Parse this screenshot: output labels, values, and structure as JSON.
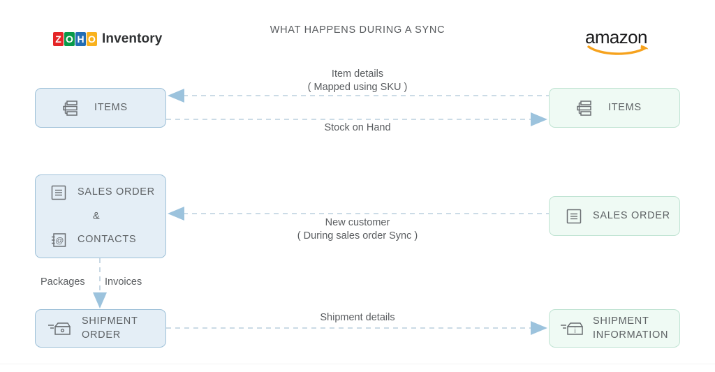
{
  "header": {
    "title": "WHAT HAPPENS DURING A SYNC",
    "left_brand": {
      "tiles": [
        "Z",
        "O",
        "H",
        "O"
      ],
      "tile_colors": [
        "#e42527",
        "#089949",
        "#226db4",
        "#f9b21d"
      ],
      "word": "Inventory",
      "name": "zoho-inventory-logo"
    },
    "right_brand": {
      "word": "amazon",
      "smile_color": "#f6a21d",
      "name": "amazon-logo"
    }
  },
  "nodes": {
    "items_left": {
      "label": "ITEMS",
      "icon": "items-list-icon"
    },
    "items_right": {
      "label": "ITEMS",
      "icon": "items-list-icon"
    },
    "sales_left": {
      "label_order": "SALES ORDER",
      "amp": "&",
      "label_contacts": "CONTACTS",
      "icon_order": "sales-order-document-icon",
      "icon_contacts": "contacts-address-book-icon"
    },
    "sales_right": {
      "label": "SALES ORDER",
      "icon": "sales-order-document-icon"
    },
    "shipment_left": {
      "line1": "SHIPMENT",
      "line2": "ORDER",
      "icon": "shipment-box-icon"
    },
    "shipment_right": {
      "line1": "SHIPMENT",
      "line2": "INFORMATION",
      "icon": "shipment-info-box-icon"
    }
  },
  "edges": {
    "item_details": {
      "line1": "Item details",
      "line2": "( Mapped using SKU )",
      "direction": "right-to-left"
    },
    "stock_on_hand": {
      "line1": "Stock on Hand",
      "direction": "left-to-right"
    },
    "new_customer": {
      "line1": "New customer",
      "line2": "( During sales order Sync )",
      "direction": "right-to-left"
    },
    "shipment_details": {
      "line1": "Shipment details",
      "direction": "left-to-right"
    },
    "packages": {
      "label": "Packages"
    },
    "invoices": {
      "label": "Invoices"
    }
  },
  "colors": {
    "left_box_fill": "#e4eef6",
    "left_box_border": "#9dc0d8",
    "right_box_fill": "#effaf4",
    "right_box_border": "#bfe3d2",
    "connector": "#b9cfdd",
    "arrowhead": "#9cc3dd",
    "text": "#5d6164",
    "icon": "#6a6e72"
  }
}
